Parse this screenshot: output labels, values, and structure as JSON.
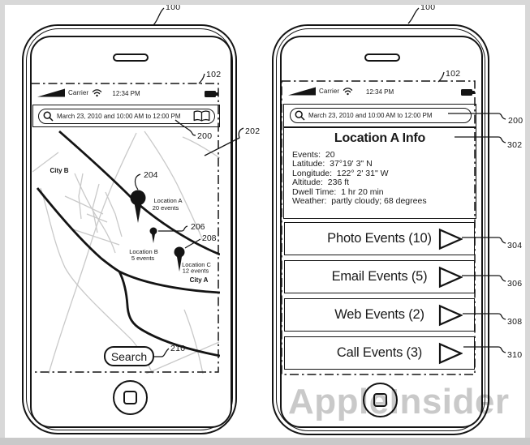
{
  "window": {
    "watermark": "AppleInsider"
  },
  "colors": {
    "ink": "#141414",
    "road_gray": "#c9c9c9",
    "border_gray": "#d8d8d8",
    "watermark_gray": "#c9c9c9"
  },
  "status_bar": {
    "carrier": "Carrier",
    "time": "12:34 PM"
  },
  "search_bar": {
    "query": "March 23, 2010 and 10:00 AM to 12:00 PM"
  },
  "left_phone": {
    "map": {
      "city_b": "City B",
      "city_a": "City A",
      "location_a": {
        "name": "Location A",
        "events": "20 events"
      },
      "location_b": {
        "name": "Location B",
        "events": "5 events"
      },
      "location_c": {
        "name": "Location C",
        "events": "12 events"
      },
      "search_button": "Search"
    },
    "refs": {
      "device": "100",
      "display": "102",
      "search_field": "200",
      "map_view": "202",
      "pin_a": "204",
      "pin_b": "206",
      "pin_c": "208",
      "search_button": "210"
    }
  },
  "right_phone": {
    "info_panel": {
      "title": "Location A Info",
      "lines": [
        "Events:  20",
        "Latitude:  37°19' 3\" N",
        "Longitude:  122° 2' 31\" W",
        "Altitude:  236 ft",
        "Dwell Time:  1 hr 20 min",
        "Weather:  partly cloudy; 68 degrees"
      ]
    },
    "event_buttons": [
      {
        "label": "Photo Events (10)"
      },
      {
        "label": "Email Events (5)"
      },
      {
        "label": "Web Events (2)"
      },
      {
        "label": "Call Events (3)"
      }
    ],
    "refs": {
      "device": "100",
      "display": "102",
      "search_field": "200",
      "info_panel": "302",
      "photo": "304",
      "email": "306",
      "web": "308",
      "call": "310"
    }
  }
}
